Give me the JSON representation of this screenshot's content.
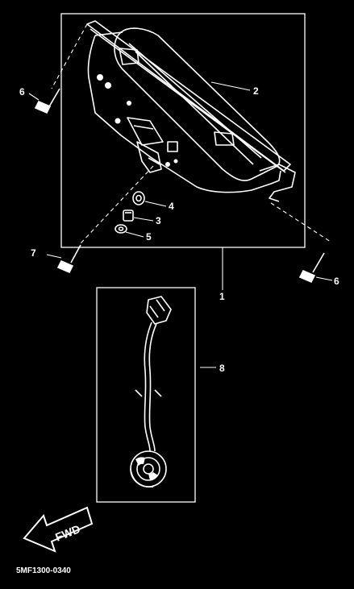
{
  "callouts": {
    "c1": "1",
    "c2": "2",
    "c3": "3",
    "c4": "4",
    "c5": "5",
    "c6_left": "6",
    "c6_right": "6",
    "c7": "7",
    "c8": "8"
  },
  "fwd_label": "FWD",
  "drawing_code": "5MF1300-0340",
  "colors": {
    "background": "#000000",
    "line": "#ffffff"
  }
}
